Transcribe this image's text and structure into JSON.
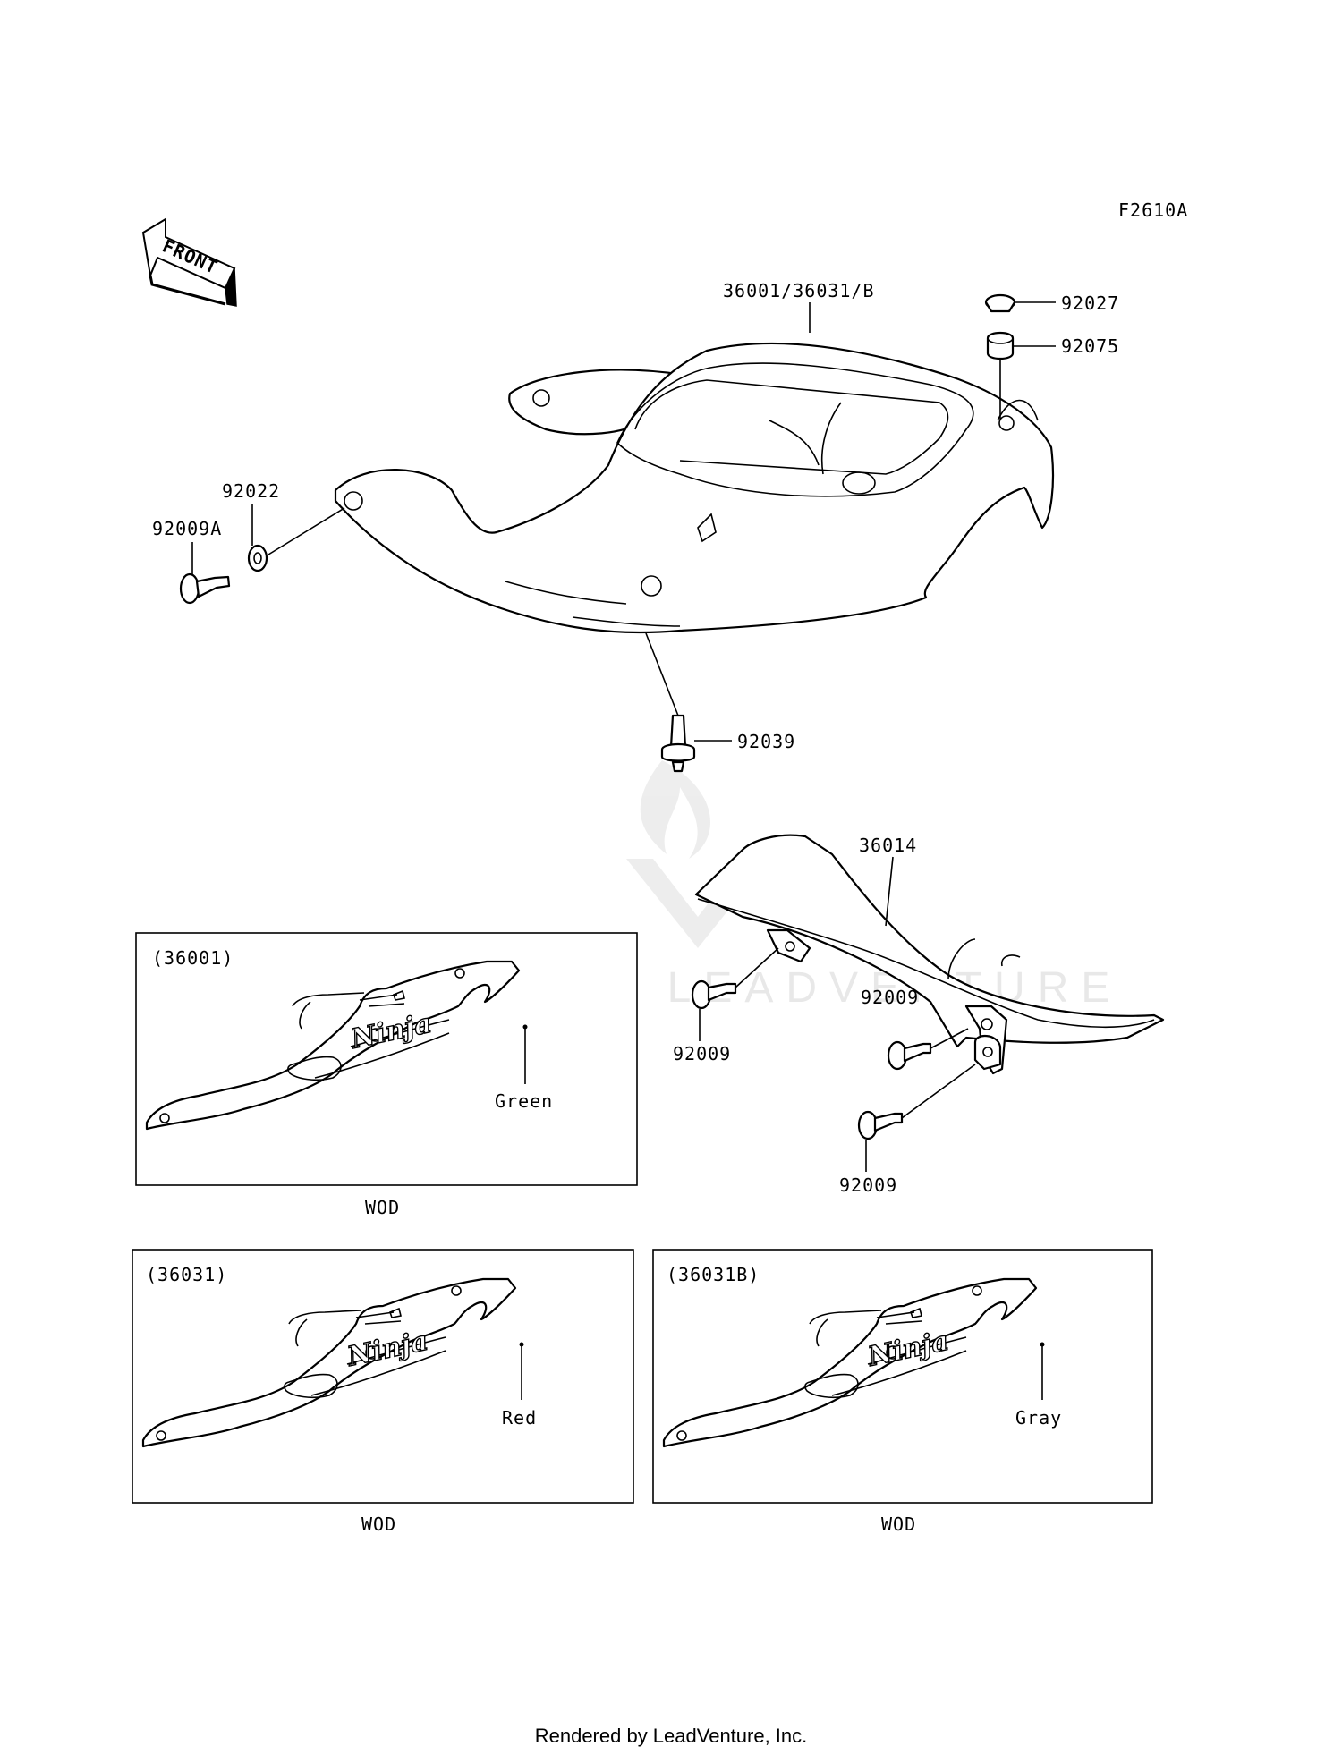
{
  "diagram_code": "F2610A",
  "front_arrow": {
    "text": "FRONT",
    "icon": "front-arrow-icon"
  },
  "parts": {
    "main_cover": "36001/36031/B",
    "cap": "92027",
    "grommet": "92075",
    "washer": "92022",
    "bolt_a": "92009A",
    "rivet": "92039",
    "chain_cover": "36014",
    "bolt_1": "92009",
    "bolt_2": "92009",
    "bolt_3": "92009"
  },
  "variants": [
    {
      "code": "(36001)",
      "color": "Green",
      "caption": "WOD",
      "logo": "Ninja"
    },
    {
      "code": "(36031)",
      "color": "Red",
      "caption": "WOD",
      "logo": "Ninja"
    },
    {
      "code": "(36031B)",
      "color": "Gray",
      "caption": "WOD",
      "logo": "Ninja"
    }
  ],
  "watermark": "LEADVENTURE",
  "footer": "Rendered by LeadVenture, Inc."
}
